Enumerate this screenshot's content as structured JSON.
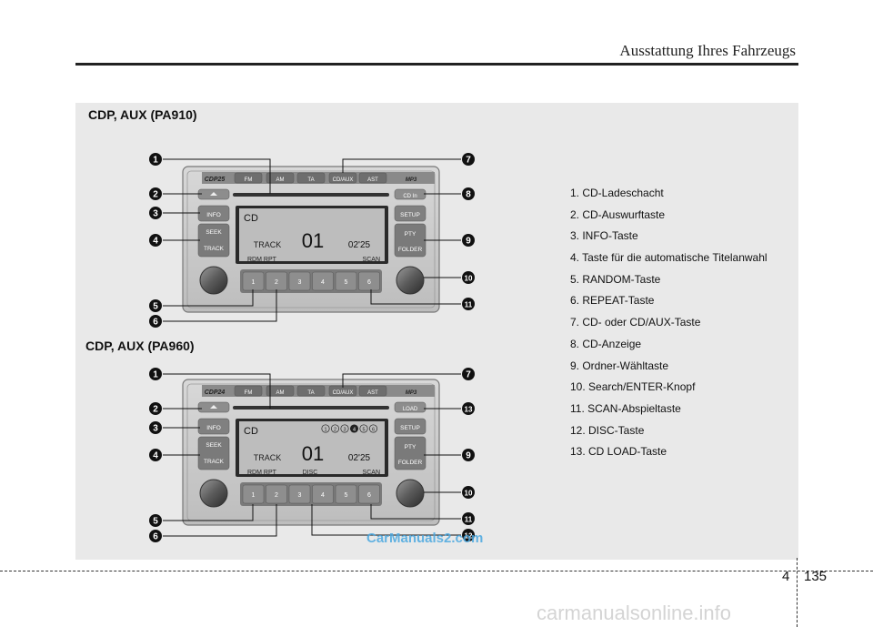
{
  "header": {
    "title": "Ausstattung Ihres Fahrzeugs"
  },
  "sections": [
    {
      "title": "CDP, AUX (PA910)",
      "logo": "CDP25",
      "top_buttons": [
        "FM",
        "AM",
        "TA",
        "CD/AUX",
        "AST"
      ],
      "mp3": "MP3",
      "eject_icon": "eject-icon",
      "right_top_label": "CD In",
      "left_buttons": [
        "INFO",
        "SEEK",
        "TRACK"
      ],
      "right_buttons": [
        "SETUP",
        "PTY",
        "FOLDER"
      ],
      "display": {
        "mode": "CD",
        "track_label": "TRACK",
        "track_number": "01",
        "time": "02'25",
        "bottom_left": "RDM  RPT",
        "disc": "",
        "bottom_right": "SCAN"
      },
      "presets": [
        "1",
        "2",
        "3",
        "4",
        "5",
        "6"
      ],
      "callouts_left": [
        "1",
        "2",
        "3",
        "4",
        "5",
        "6"
      ],
      "callouts_right": [
        "7",
        "8",
        "9",
        "10",
        "11"
      ]
    },
    {
      "title": "CDP, AUX (PA960)",
      "logo": "CDP24",
      "top_buttons": [
        "FM",
        "AM",
        "TA",
        "CD/AUX",
        "AST"
      ],
      "mp3": "MP3",
      "eject_icon": "eject-icon",
      "right_top_label": "LOAD",
      "left_buttons": [
        "INFO",
        "SEEK",
        "TRACK"
      ],
      "right_buttons": [
        "SETUP",
        "PTY",
        "FOLDER"
      ],
      "display": {
        "mode": "CD",
        "track_label": "TRACK",
        "track_number": "01",
        "time": "02'25",
        "bottom_left": "RDM  RPT",
        "disc": "DISC",
        "bottom_right": "SCAN",
        "disc_indicators": [
          "1",
          "2",
          "3",
          "4",
          "5",
          "6"
        ],
        "disc_selected": 4
      },
      "presets": [
        "1",
        "2",
        "3",
        "4",
        "5",
        "6"
      ],
      "callouts_left": [
        "1",
        "2",
        "3",
        "4",
        "5",
        "6"
      ],
      "callouts_right": [
        "7",
        "13",
        "9",
        "10",
        "11",
        "12"
      ]
    }
  ],
  "legend": [
    "1. CD-Ladeschacht",
    "2. CD-Auswurftaste",
    "3. INFO-Taste",
    "4. Taste für die automatische Titelanwahl",
    "5. RANDOM-Taste",
    "6. REPEAT-Taste",
    "7. CD- oder CD/AUX-Taste",
    "8. CD-Anzeige",
    "9. Ordner-Wähltaste",
    "10. Search/ENTER-Knopf",
    "11. SCAN-Abspieltaste",
    "12. DISC-Taste",
    "13. CD LOAD-Taste"
  ],
  "footer": {
    "chapter": "4",
    "page": "135"
  },
  "watermarks": {
    "overlay": "CarManuals2.com",
    "bottom": "carmanualsonline.info"
  }
}
